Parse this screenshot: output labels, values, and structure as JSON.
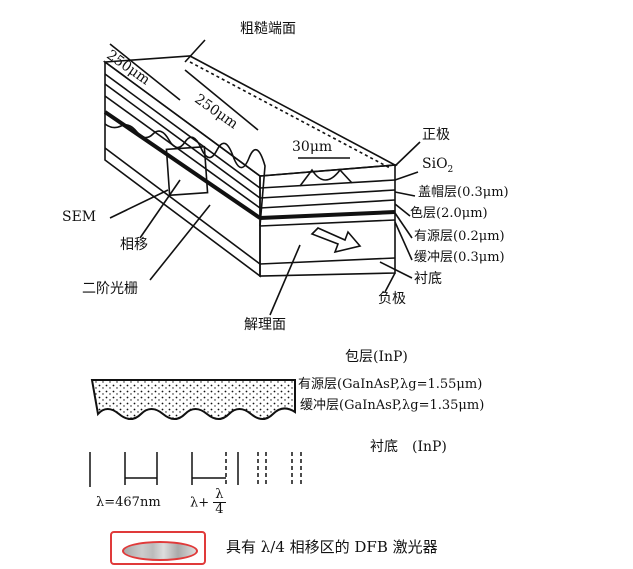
{
  "device_diagram": {
    "labels": {
      "rough_end_face": "粗糙端面",
      "length1": "250μm",
      "length2": "250μm",
      "ridge_width": "30μm",
      "positive_electrode": "正极",
      "sio2": "SiO",
      "sio2_sub": "2",
      "cap_layer": "盖帽层(0.3μm)",
      "cladding_layer": "色层(2.0μm)",
      "active_layer": "有源层(0.2μm)",
      "buffer_layer": "缓冲层(0.3μm)",
      "substrate": "衬底",
      "negative_electrode": "负极",
      "cleaved_face": "解理面",
      "sem": "SEM",
      "phase_shift": "相移",
      "second_order_grating": "二阶光栅"
    }
  },
  "cross_section": {
    "cladding": "包层(InP)",
    "active": "有源层(GaInAsP,λg=1.55μm)",
    "buffer": "缓冲层(GaInAsP,λg=1.35μm)",
    "substrate": "衬底　(InP)",
    "period": "λ=467nm",
    "shift_prefix": "λ+",
    "shift_num": "λ",
    "shift_den": "4"
  },
  "caption": {
    "text": "具有 λ/4 相移区的 DFB 激光器"
  },
  "colors": {
    "highlight": "#e03a3a"
  }
}
